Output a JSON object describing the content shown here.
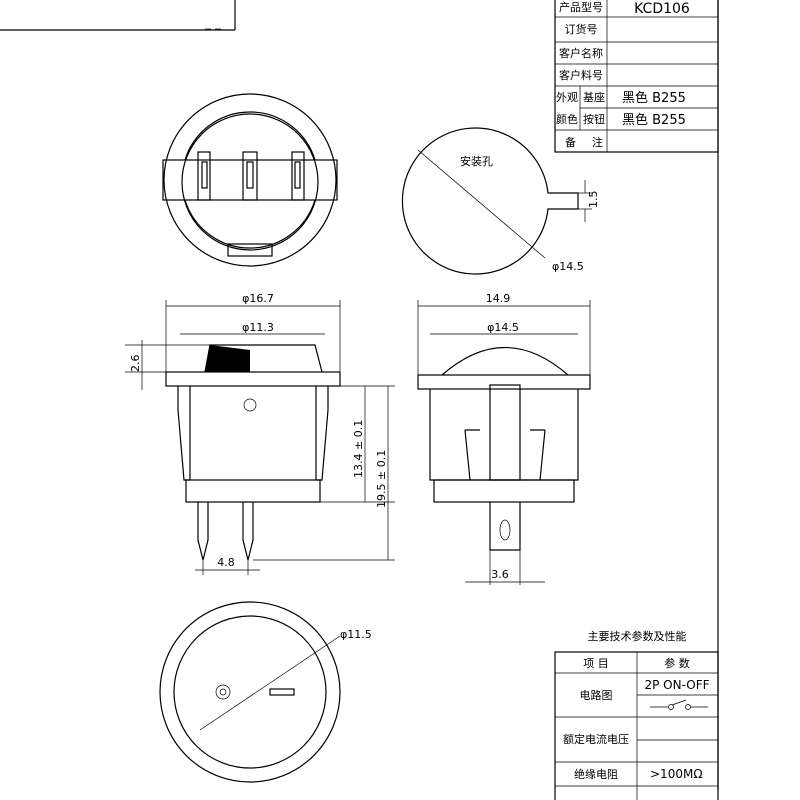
{
  "title_block": {
    "rows": [
      {
        "label": "产品型号",
        "value": "KCD106"
      },
      {
        "label": "订货号",
        "value": ""
      },
      {
        "label": "客户名称",
        "value": ""
      },
      {
        "label": "客户料号",
        "value": ""
      }
    ],
    "color_group_label_1": "外观",
    "color_group_label_2": "颜色",
    "base_label": "基座",
    "base_value": "黑色 B255",
    "button_label": "按钮",
    "button_value": "黑色 B255",
    "remarks_label_1": "备",
    "remarks_label_2": "注"
  },
  "mounting_hole": {
    "label": "安装孔",
    "key_width": "1.5",
    "diameter": "φ14.5"
  },
  "side_view": {
    "flange_diameter": "φ16.7",
    "button_diameter": "φ11.3",
    "button_height": "2.6",
    "body_height": "13.4 ± 0.1",
    "total_height": "19.5 ± 0.1",
    "pin_pitch": "4.8"
  },
  "front_view": {
    "flange_width": "14.9",
    "body_diameter": "φ14.5",
    "pin_width": "3.6"
  },
  "bottom_view": {
    "diameter": "φ11.5"
  },
  "spec_table": {
    "title": "主要技术参数及性能",
    "col_item": "项    目",
    "col_param": "参    数",
    "circuit_label": "电路图",
    "circuit_value": "2P ON-OFF",
    "rating_label": "额定电流电压",
    "insulation_label": "绝缘电阻",
    "insulation_value": ">100MΩ"
  }
}
